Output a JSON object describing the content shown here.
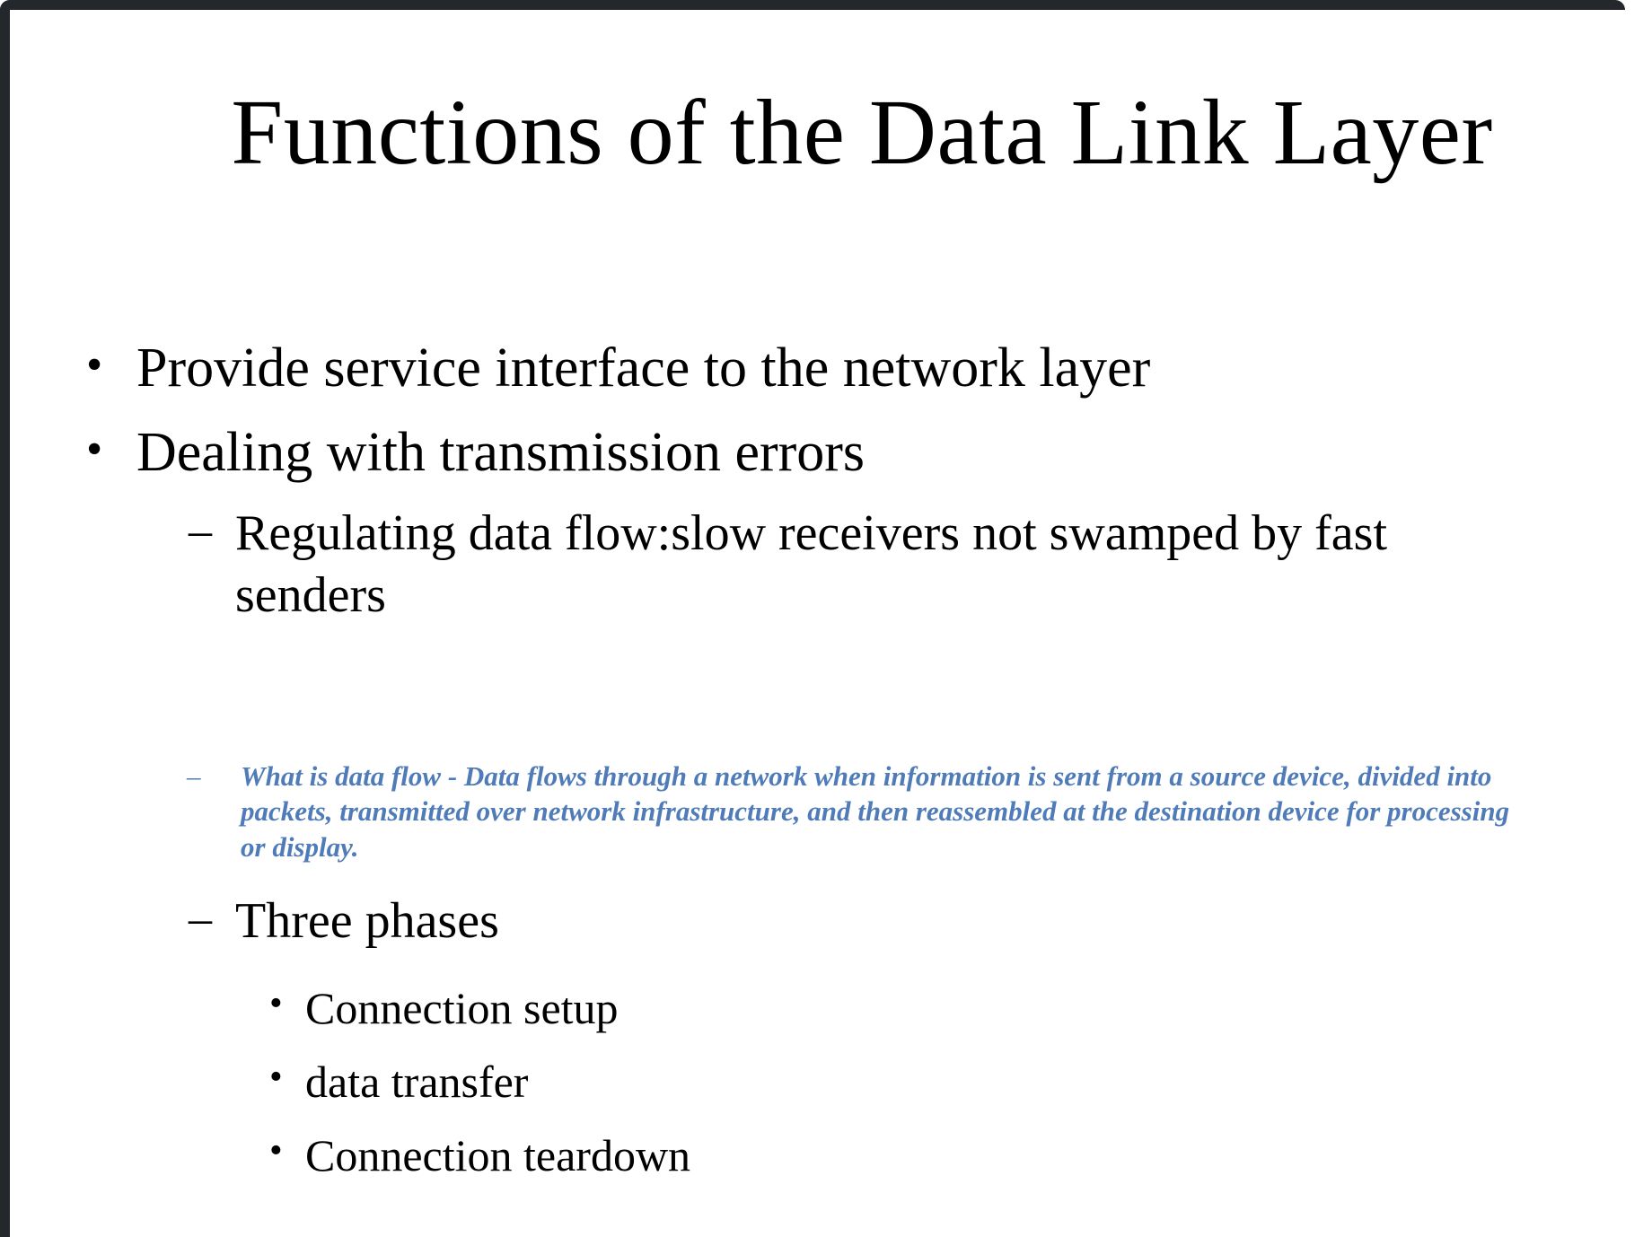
{
  "slide": {
    "title": "Functions of the Data Link Layer",
    "background_color": "#ffffff",
    "text_color": "#000000",
    "accent_color": "#4f7cb8",
    "chrome_color": "#24272b"
  },
  "markers": {
    "level1": "•",
    "level2": "–",
    "level3": "•"
  },
  "content": {
    "items": [
      {
        "level": 1,
        "text": "Provide service interface to the network layer"
      },
      {
        "level": 1,
        "text": "Dealing with transmission errors"
      },
      {
        "level": 2,
        "text": "Regulating data flow:slow receivers not swamped by fast senders"
      },
      {
        "level": 2,
        "style": "blue-bold-italic",
        "text": "What is data flow - Data flows through a network when information is sent from a source device, divided into packets, transmitted over network infrastructure, and then reassembled at the destination device for processing or display."
      },
      {
        "level": 2,
        "text": "Three phases"
      },
      {
        "level": 3,
        "text": "Connection setup"
      },
      {
        "level": 3,
        "text": "data transfer"
      },
      {
        "level": 3,
        "text": "Connection teardown"
      }
    ]
  }
}
